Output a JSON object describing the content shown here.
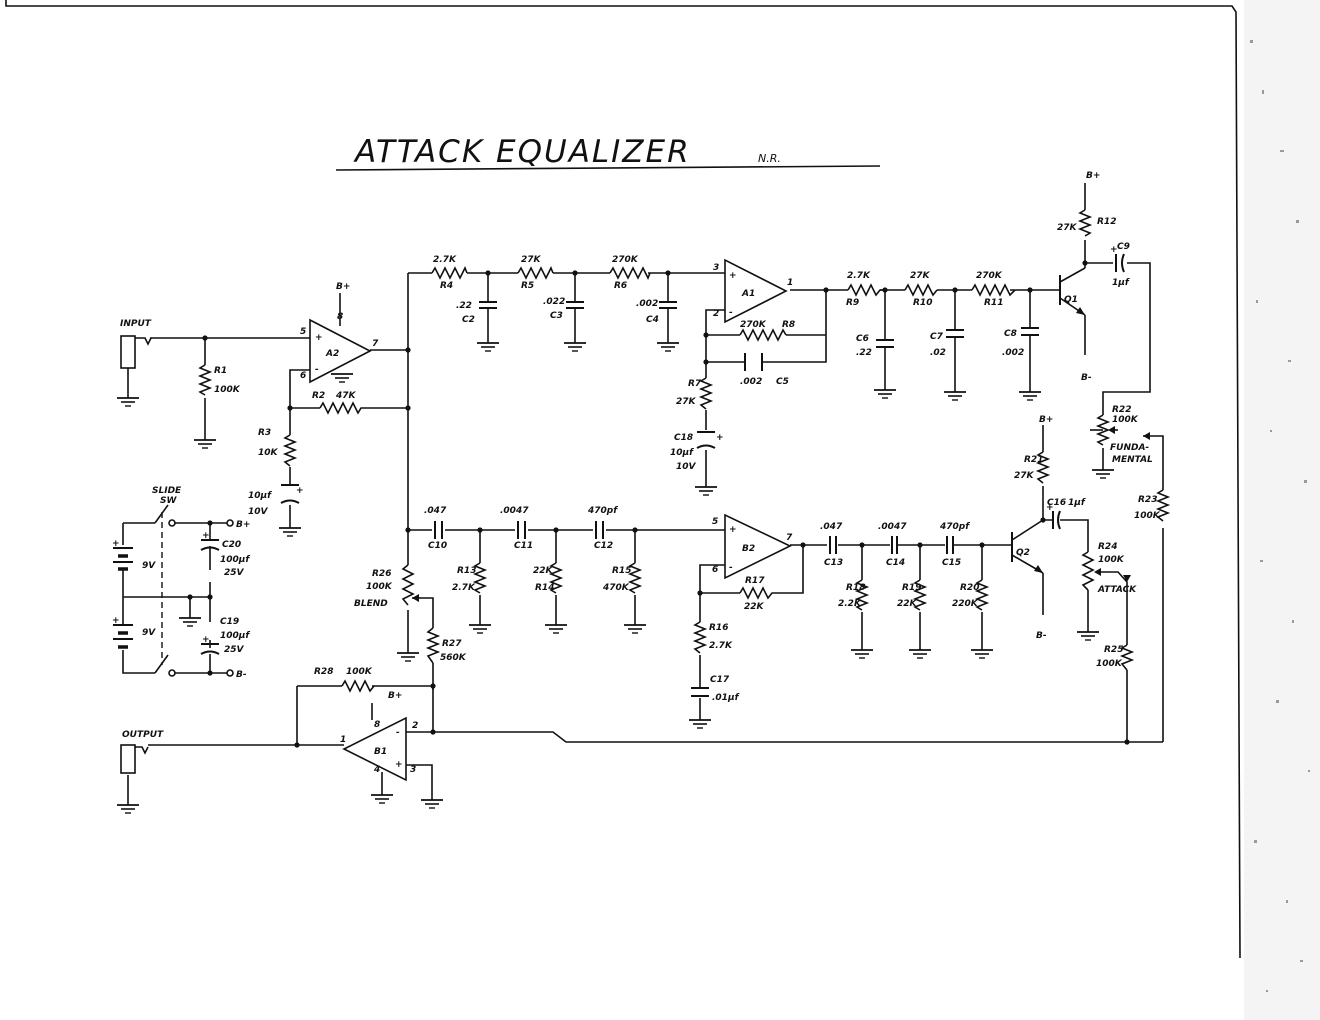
{
  "title": "ATTACK EQUALIZER",
  "initials": "N.R.",
  "io": {
    "input": "INPUT",
    "output": "OUTPUT"
  },
  "switch": {
    "label_line1": "SLIDE",
    "label_line2": "SW"
  },
  "batteries": [
    "9V",
    "9V"
  ],
  "supplies": {
    "bplus": "B+",
    "bminus": "B-"
  },
  "opamps": {
    "A1": "A1",
    "A2": "A2",
    "B1": "B1",
    "B2": "B2"
  },
  "transistors": {
    "Q1": "Q1",
    "Q2": "Q2"
  },
  "pins": {
    "one": "1",
    "two": "2",
    "three": "3",
    "four": "4",
    "five": "5",
    "six": "6",
    "seven": "7",
    "eight": "8",
    "plus": "+",
    "minus": "-"
  },
  "components": {
    "R1": {
      "name": "R1",
      "value": "100K"
    },
    "R2": {
      "name": "R2",
      "value": "47K"
    },
    "R3": {
      "name": "R3",
      "value": "10K"
    },
    "R4": {
      "name": "R4",
      "value": "2.7K"
    },
    "R5": {
      "name": "R5",
      "value": "27K"
    },
    "R6": {
      "name": "R6",
      "value": "270K"
    },
    "R7": {
      "name": "R7",
      "value": "27K"
    },
    "R8": {
      "name": "R8",
      "value": "270K"
    },
    "R9": {
      "name": "R9",
      "value": "2.7K"
    },
    "R10": {
      "name": "R10",
      "value": "27K"
    },
    "R11": {
      "name": "R11",
      "value": "270K"
    },
    "R12": {
      "name": "R12",
      "value": "27K"
    },
    "R13": {
      "name": "R13",
      "value": "2.7K"
    },
    "R14": {
      "name": "R14",
      "value": "22K"
    },
    "R15": {
      "name": "R15",
      "value": "470K"
    },
    "R16": {
      "name": "R16",
      "value": "2.7K"
    },
    "R17": {
      "name": "R17",
      "value": "22K"
    },
    "R18": {
      "name": "R18",
      "value": "2.2K"
    },
    "R19": {
      "name": "R19",
      "value": "22K"
    },
    "R20": {
      "name": "R20",
      "value": "220K"
    },
    "R21": {
      "name": "R21",
      "value": "27K"
    },
    "R22": {
      "name": "R22",
      "value": "100K",
      "label": "FUNDA-",
      "label2": "MENTAL"
    },
    "R23": {
      "name": "R23",
      "value": "100K"
    },
    "R24": {
      "name": "R24",
      "value": "100K",
      "label": "ATTACK"
    },
    "R25": {
      "name": "R25",
      "value": "100K"
    },
    "R26": {
      "name": "R26",
      "value": "100K",
      "label": "BLEND"
    },
    "R27": {
      "name": "R27",
      "value": "560K"
    },
    "R28": {
      "name": "R28",
      "value": "100K"
    },
    "C2": {
      "name": "C2",
      "value": ".22"
    },
    "C3": {
      "name": "C3",
      "value": ".022"
    },
    "C4": {
      "name": "C4",
      "value": ".002"
    },
    "C5": {
      "name": "C5",
      "value": ".002"
    },
    "C6": {
      "name": "C6",
      "value": ".22"
    },
    "C7": {
      "name": "C7",
      "value": ".02"
    },
    "C8": {
      "name": "C8",
      "value": ".002"
    },
    "C9": {
      "name": "C9",
      "value": "1µf"
    },
    "C10": {
      "name": "C10",
      "value": ".047"
    },
    "C11": {
      "name": "C11",
      "value": ".0047"
    },
    "C12": {
      "name": "C12",
      "value": "470pf"
    },
    "C13": {
      "name": "C13",
      "value": ".047"
    },
    "C14": {
      "name": "C14",
      "value": ".0047"
    },
    "C15": {
      "name": "C15",
      "value": "470pf"
    },
    "C16": {
      "name": "C16",
      "value": "1µf"
    },
    "C17": {
      "name": "C17",
      "value": ".01µf"
    },
    "C18": {
      "name": "C18",
      "value": "10µf",
      "rating": "10V"
    },
    "C19": {
      "name": "C19",
      "value": "100µf",
      "rating": "25V"
    },
    "C20": {
      "name": "C20",
      "value": "100µf",
      "rating": "25V"
    },
    "C3in": {
      "name": "",
      "value": "10µf",
      "rating": "10V"
    }
  }
}
